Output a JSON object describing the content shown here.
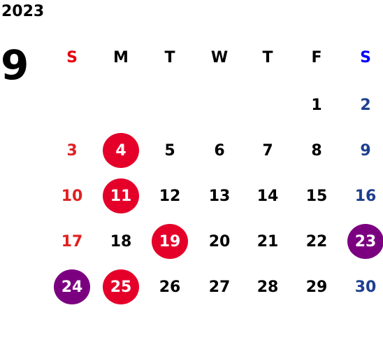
{
  "calendar": {
    "year": "2023",
    "month": "9",
    "weekdays": [
      {
        "label": "S",
        "color": "#e8000d"
      },
      {
        "label": "M",
        "color": "#000000"
      },
      {
        "label": "T",
        "color": "#000000"
      },
      {
        "label": "W",
        "color": "#000000"
      },
      {
        "label": "T",
        "color": "#000000"
      },
      {
        "label": "F",
        "color": "#000000"
      },
      {
        "label": "S",
        "color": "#0000ff"
      }
    ],
    "colors": {
      "sunday": "#e02020",
      "saturday": "#1d3f8f",
      "weekday": "#000000",
      "holiday_circle": "#e5002a",
      "special_circle": "#7b0080",
      "circle_text": "#ffffff"
    },
    "weeks": [
      [
        null,
        null,
        null,
        null,
        null,
        {
          "day": "1"
        },
        {
          "day": "2"
        }
      ],
      [
        {
          "day": "3"
        },
        {
          "day": "4",
          "mark": "holiday"
        },
        {
          "day": "5"
        },
        {
          "day": "6"
        },
        {
          "day": "7"
        },
        {
          "day": "8"
        },
        {
          "day": "9"
        }
      ],
      [
        {
          "day": "10"
        },
        {
          "day": "11",
          "mark": "holiday"
        },
        {
          "day": "12"
        },
        {
          "day": "13"
        },
        {
          "day": "14"
        },
        {
          "day": "15"
        },
        {
          "day": "16"
        }
      ],
      [
        {
          "day": "17"
        },
        {
          "day": "18"
        },
        {
          "day": "19",
          "mark": "holiday"
        },
        {
          "day": "20"
        },
        {
          "day": "21"
        },
        {
          "day": "22"
        },
        {
          "day": "23",
          "mark": "special"
        }
      ],
      [
        {
          "day": "24",
          "mark": "special"
        },
        {
          "day": "25",
          "mark": "holiday"
        },
        {
          "day": "26"
        },
        {
          "day": "27"
        },
        {
          "day": "28"
        },
        {
          "day": "29"
        },
        {
          "day": "30"
        }
      ]
    ]
  }
}
